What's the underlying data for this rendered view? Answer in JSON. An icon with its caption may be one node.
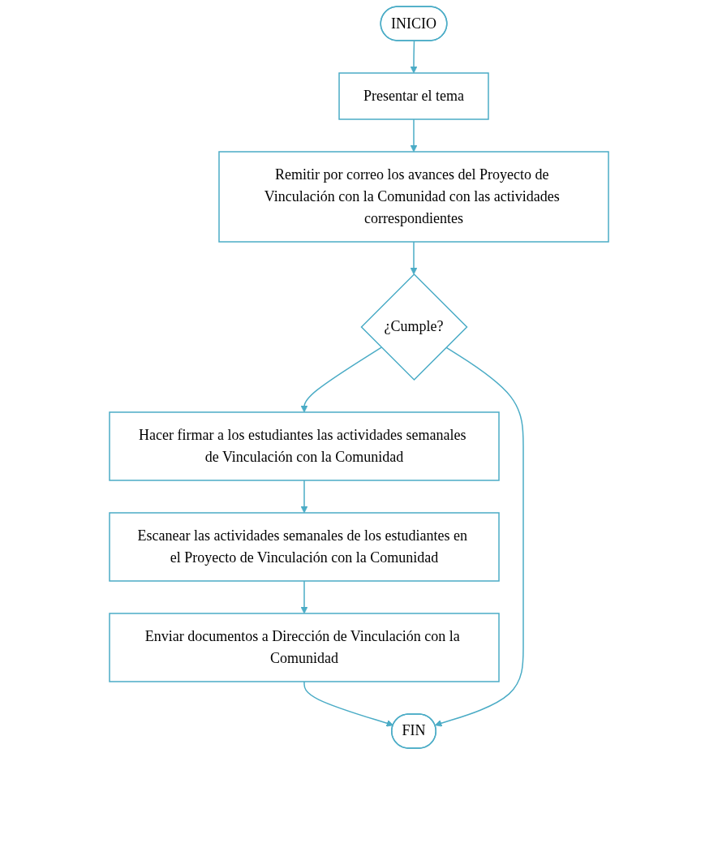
{
  "diagram": {
    "nodes": [
      {
        "text": [
          "INICIO"
        ]
      },
      {
        "text": [
          "Presentar el tema"
        ]
      },
      {
        "text": [
          "Remitir por correo los avances del Proyecto de Vinculación con la Comunidad con las actividades correspondientes"
        ]
      },
      {
        "text": [
          "¿Cumple?"
        ]
      },
      {
        "text": [
          "Hacer firmar a los estudiantes las actividades semanales de Vinculación con la Comunidad"
        ]
      },
      {
        "text": [
          "Escanear las actividades semanales de los estudiantes en el Proyecto de Vinculación con la Comunidad"
        ]
      },
      {
        "text": [
          "Enviar documentos a Dirección de Vinculación con la Comunidad"
        ]
      },
      {
        "text": [
          "FIN"
        ]
      }
    ],
    "edges": [
      {
        "from": 0,
        "to": 1,
        "arrow": "to"
      },
      {
        "from": 1,
        "to": 2,
        "arrow": "to"
      },
      {
        "from": 2,
        "to": 3,
        "arrow": "to"
      },
      {
        "from": 3,
        "to": 4,
        "arrow": "to"
      },
      {
        "from": 4,
        "to": 5,
        "arrow": "to"
      },
      {
        "from": 5,
        "to": 6,
        "arrow": "to"
      },
      {
        "from": 6,
        "to": 7,
        "arrow": "to"
      },
      {
        "from": 3,
        "to": 7,
        "arrow": "to"
      }
    ]
  }
}
